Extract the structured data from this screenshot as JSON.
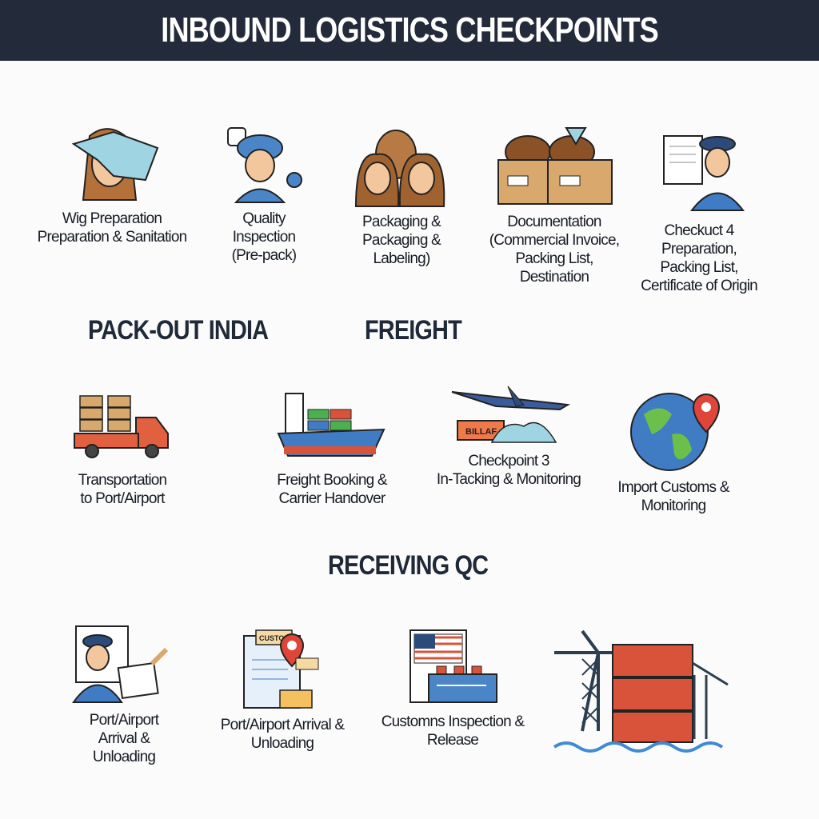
{
  "header": {
    "title": "INBOUND LOGISTICS CHECKPOINTS"
  },
  "sections": {
    "pack_out": "PACK-OUT INDIA",
    "freight": "FREIGHT",
    "receiving": "RECEIVING QC"
  },
  "row1": [
    {
      "lines": [
        "Wig Preparation",
        "Preparation & Sanitation"
      ],
      "icon": "wig-washing-icon"
    },
    {
      "lines": [
        "Quality",
        "Inspection",
        "(Pre-pack)"
      ],
      "icon": "inspector-icon"
    },
    {
      "lines": [
        "Packaging &",
        "Packaging &",
        "Labeling)"
      ],
      "icon": "wigs-icon"
    },
    {
      "lines": [
        "Documentation",
        "(Commercial Invoice,",
        "Packing List,",
        "Destination"
      ],
      "icon": "boxes-icon"
    },
    {
      "lines": [
        "Checkuct 4",
        "Preparation,",
        "Packing List,",
        "Certificate of Origin"
      ],
      "icon": "officer-documents-icon"
    }
  ],
  "row2": [
    {
      "lines": [
        "Transportation",
        "to Port/Airport"
      ],
      "icon": "truck-icon"
    },
    {
      "lines": [
        "Freight Booking &",
        "Carrier Handover"
      ],
      "icon": "cargo-ship-icon"
    },
    {
      "lines": [
        "Checkpoint 3",
        "In-Tacking & Monitoring"
      ],
      "icon": "airplane-icon",
      "tag": "BILLAF"
    },
    {
      "lines": [
        "Import Customs &",
        "Monitoring"
      ],
      "icon": "globe-pin-icon"
    }
  ],
  "row3": [
    {
      "lines": [
        "Port/Airport",
        "Arrival &",
        "Unloading"
      ],
      "icon": "customs-officer-icon"
    },
    {
      "lines": [
        "Port/Airport Arrival &",
        "Unloading"
      ],
      "icon": "customs-document-icon",
      "tag": "CUSTO"
    },
    {
      "lines": [
        "Customns Inspection &",
        "Release"
      ],
      "icon": "flag-inspection-icon"
    },
    {
      "lines": [],
      "icon": "port-crane-icon"
    }
  ],
  "colors": {
    "header": "#232b3a",
    "blue": "#3f7cc4",
    "red": "#d9533b",
    "box": "#d9a86c"
  }
}
